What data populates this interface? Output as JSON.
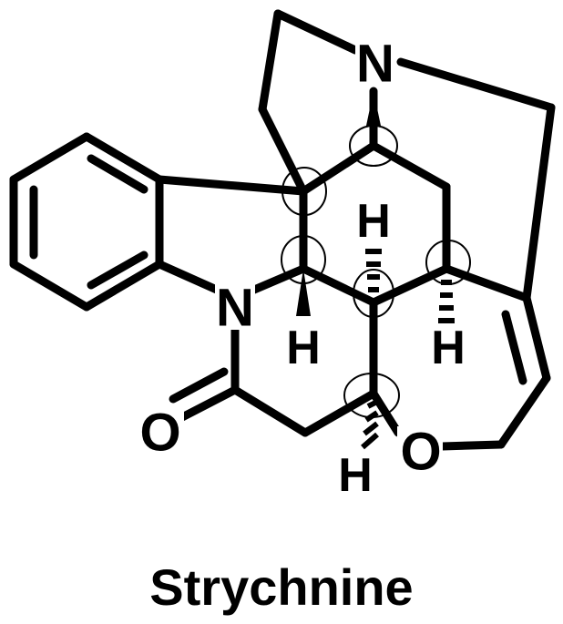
{
  "molecule": {
    "name": "Strychnine",
    "atom_labels": {
      "n_top": "N",
      "n_left": "N",
      "o_carbonyl": "O",
      "o_ether": "O",
      "h_c8": "H",
      "h_c13": "H",
      "h_c14": "H",
      "h_c12": "H"
    }
  },
  "colors": {
    "ink": "#000000",
    "background": "#ffffff"
  }
}
